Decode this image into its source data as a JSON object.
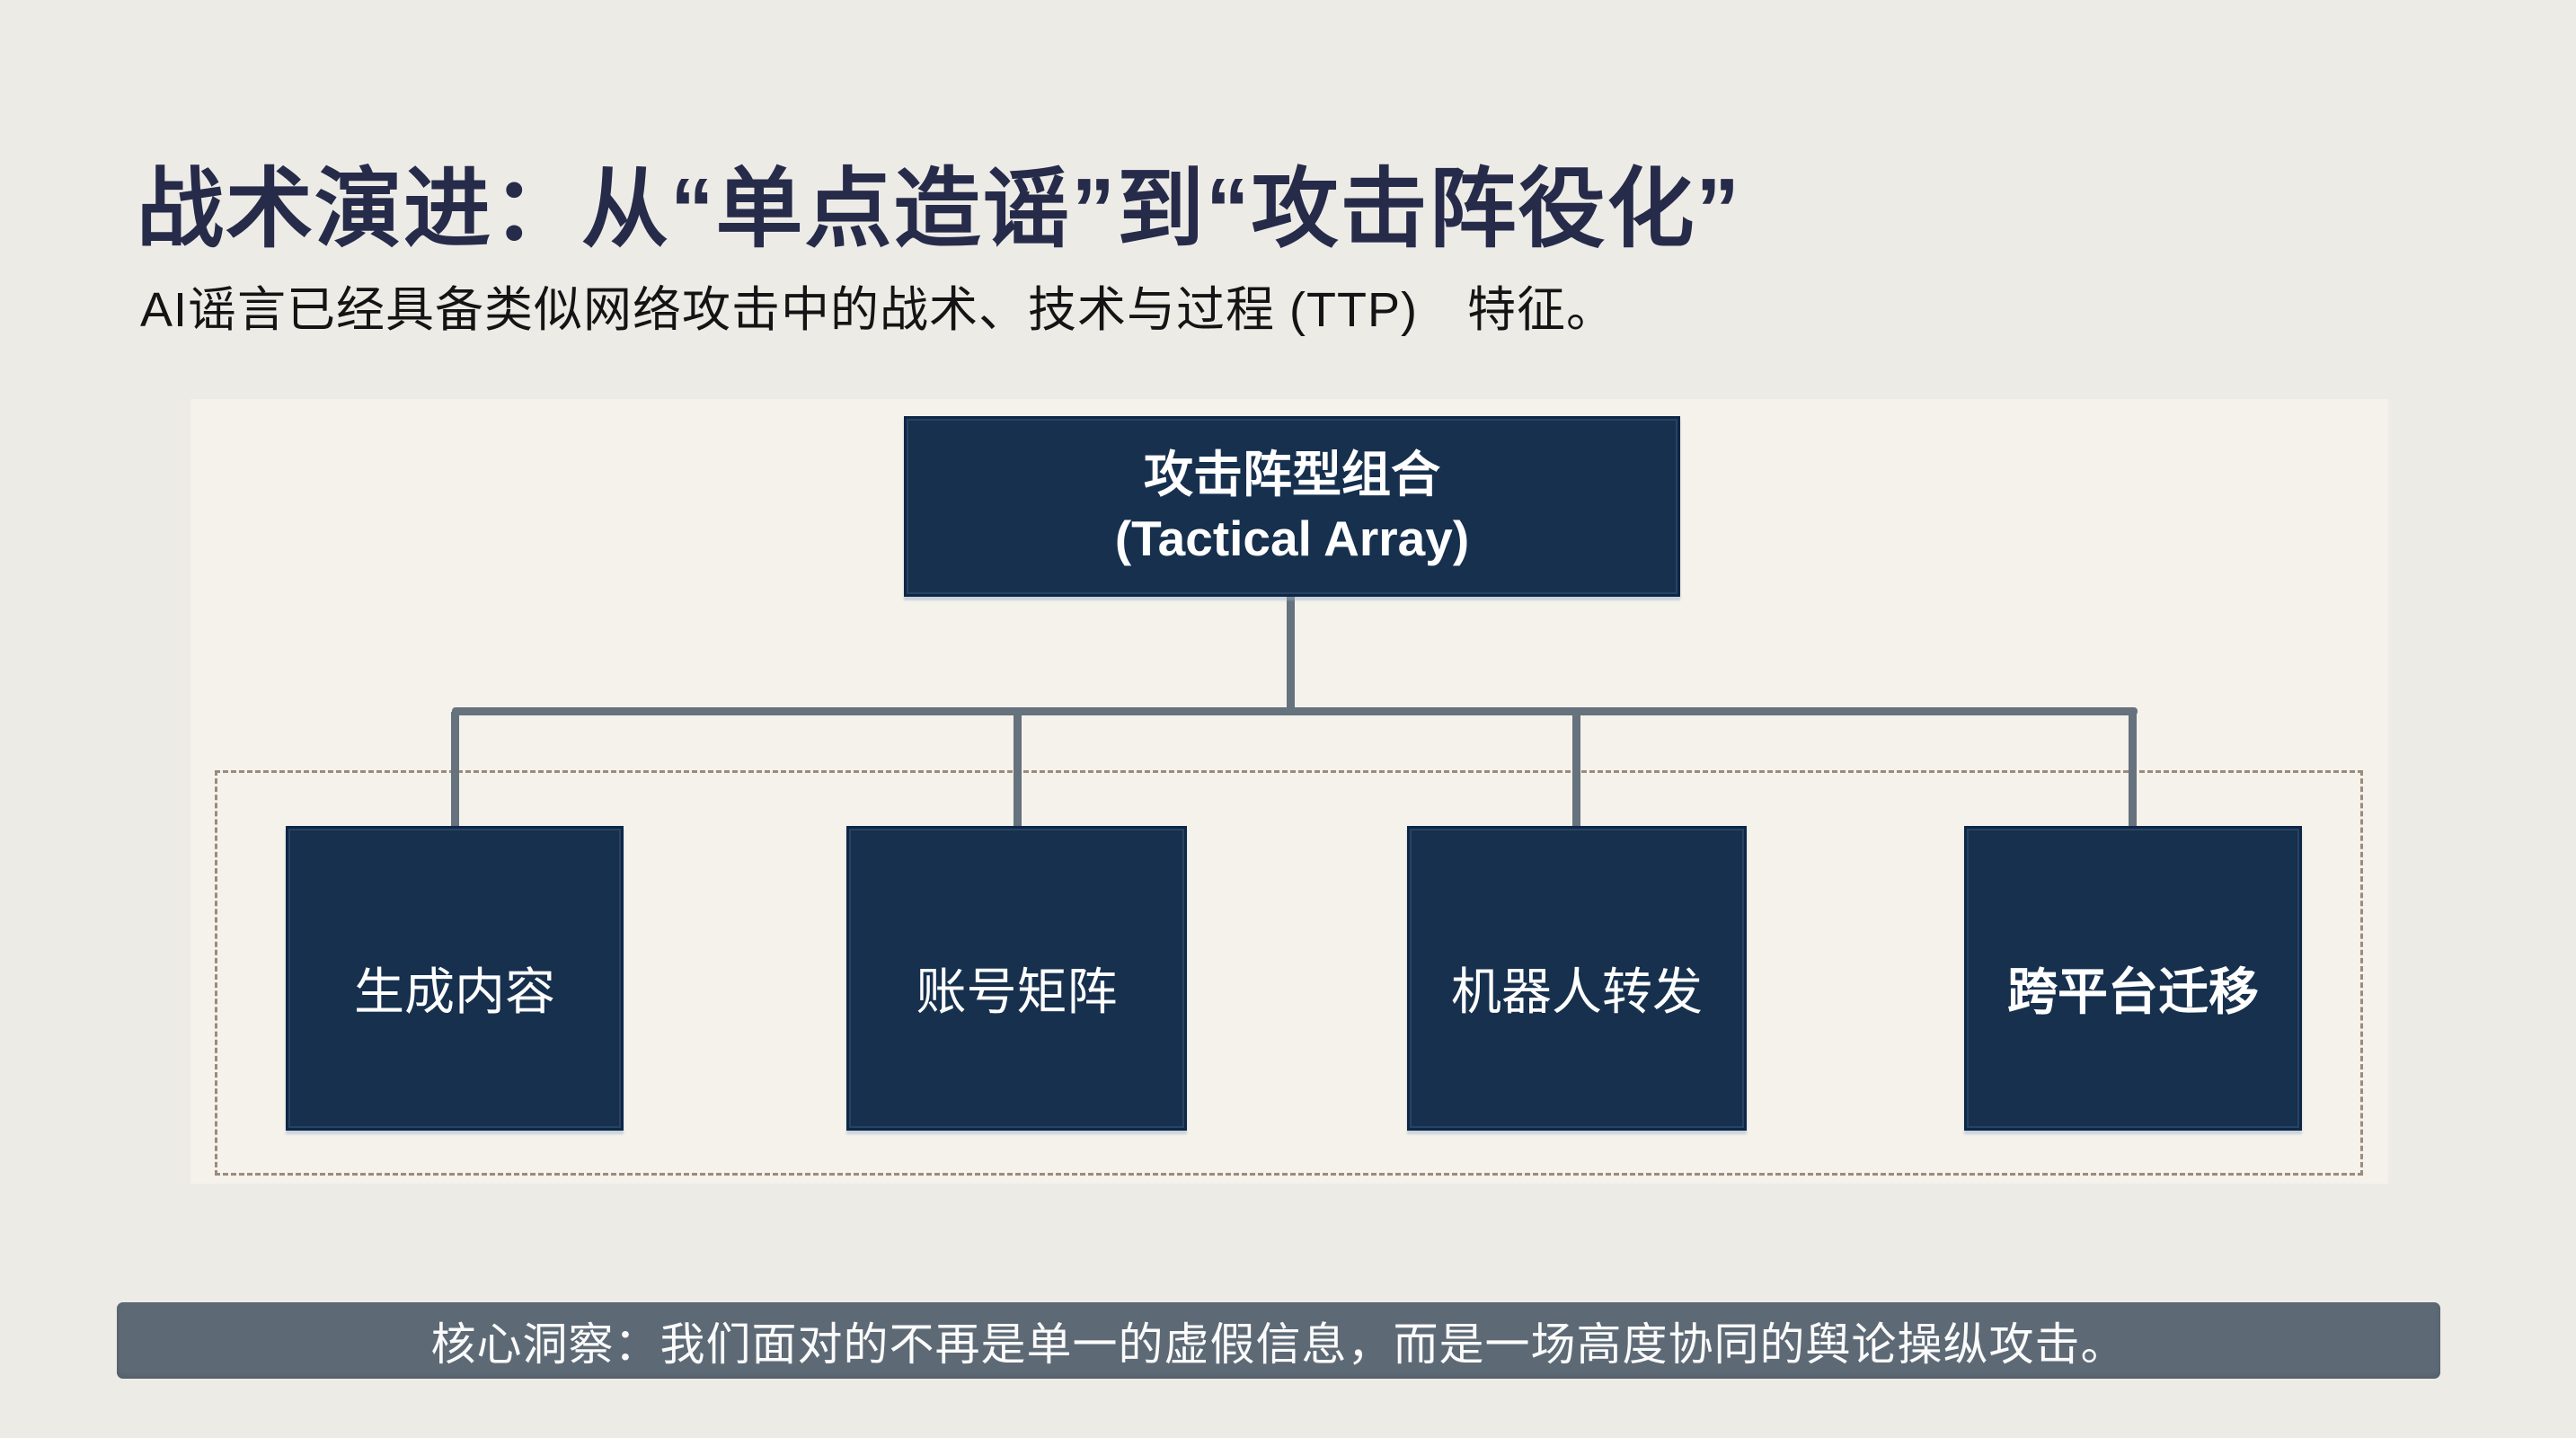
{
  "slide": {
    "title": "战术演进：从“单点造谣”到“攻击阵役化”",
    "subtitle": "AI谣言已经具备类似网络攻击中的战术、技术与过程 (TTP)　特征。",
    "diagram": {
      "root": {
        "line1": "攻击阵型组合",
        "line2": "(Tactical Array)"
      },
      "children": [
        {
          "label": "生成内容"
        },
        {
          "label": "账号矩阵"
        },
        {
          "label": "机器人转发"
        },
        {
          "label": "跨平台迁移"
        }
      ]
    },
    "banner": {
      "text": "核心洞察：我们面对的不再是单一的虚假信息，而是一场高度协同的舆论操纵攻击。"
    },
    "colors": {
      "page_background": "#edebe6",
      "panel_background": "#f5f1eb",
      "node_navy": "#16304e",
      "title_navy": "#272b4a",
      "connector_gray": "#66727d",
      "dashed_border": "#9b8b7d",
      "banner_gray": "#5d6a76",
      "text_white": "#ffffff"
    }
  }
}
